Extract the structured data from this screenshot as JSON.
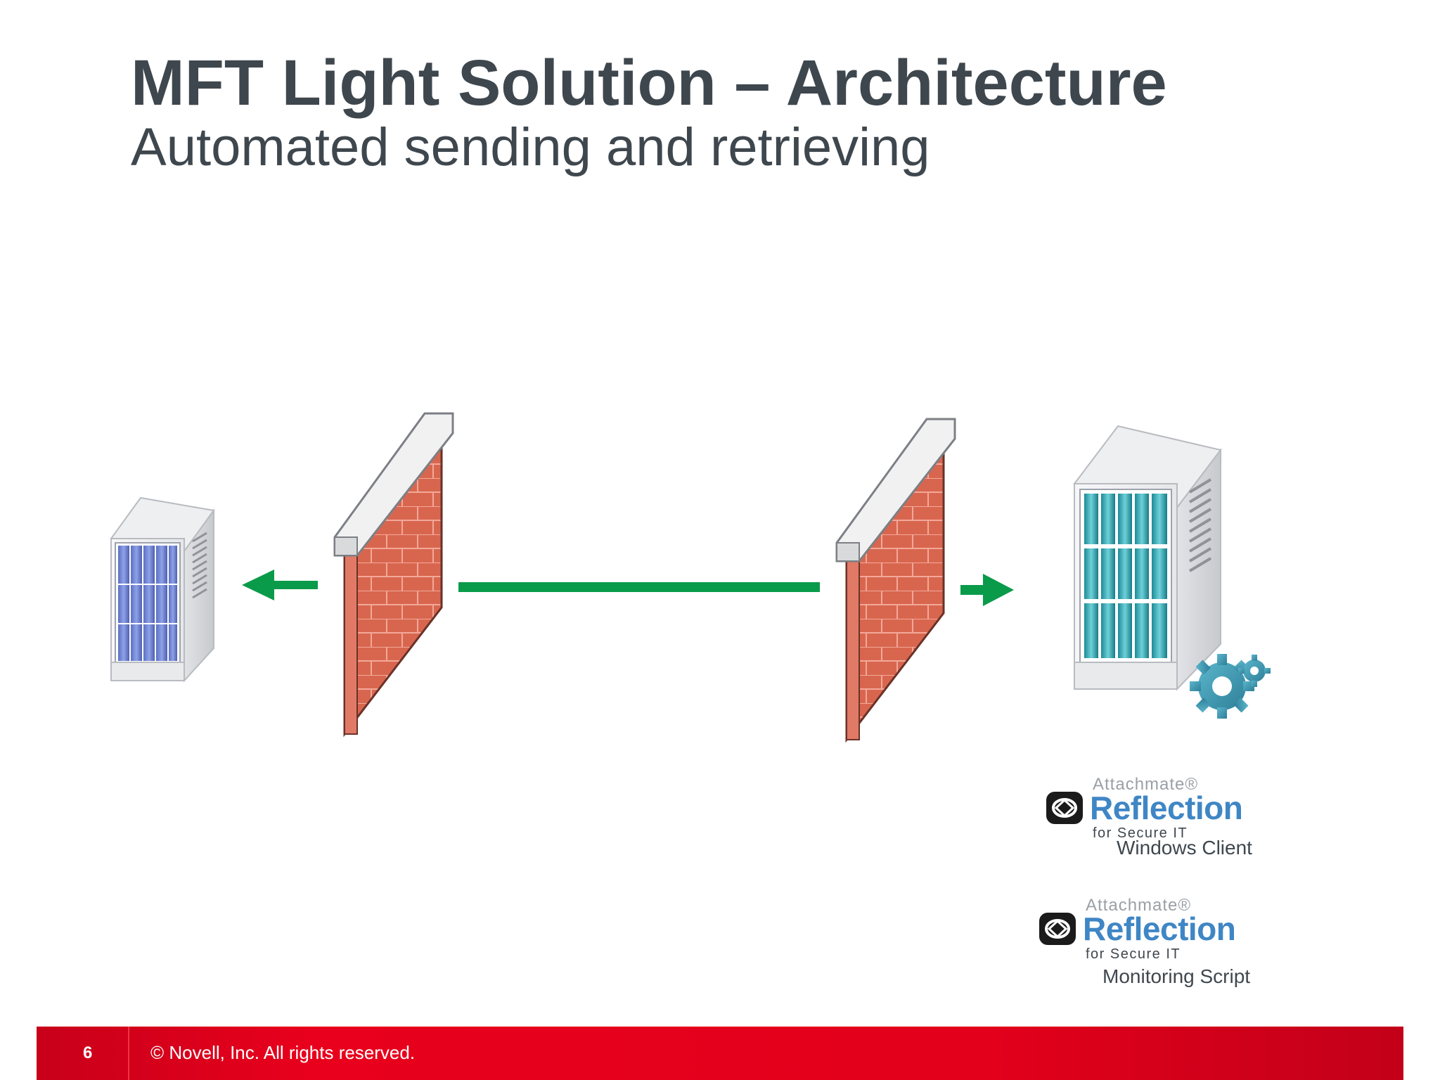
{
  "slide": {
    "title": "MFT Light Solution – Architecture",
    "subtitle": "Automated sending and retrieving"
  },
  "logos": [
    {
      "attachmate": "Attachmate®",
      "product": "Reflection",
      "tagline": "for Secure IT",
      "caption": "Windows Client"
    },
    {
      "attachmate": "Attachmate®",
      "product": "Reflection",
      "tagline": "for Secure IT",
      "caption": "Monitoring Script"
    }
  ],
  "footer": {
    "page_number": "6",
    "copyright": "©  Novell, Inc.  All rights reserved."
  },
  "colors": {
    "title": "#3f474e",
    "arrow": "#0a9b4a",
    "brick": "#d6634f",
    "brand_blue": "#3f86c5",
    "footer_red": "#e2001b"
  },
  "icons": {
    "left_server": "server-icon",
    "right_server": "server-icon",
    "gear": "gear-icon",
    "firewall": "firewall-icon"
  }
}
